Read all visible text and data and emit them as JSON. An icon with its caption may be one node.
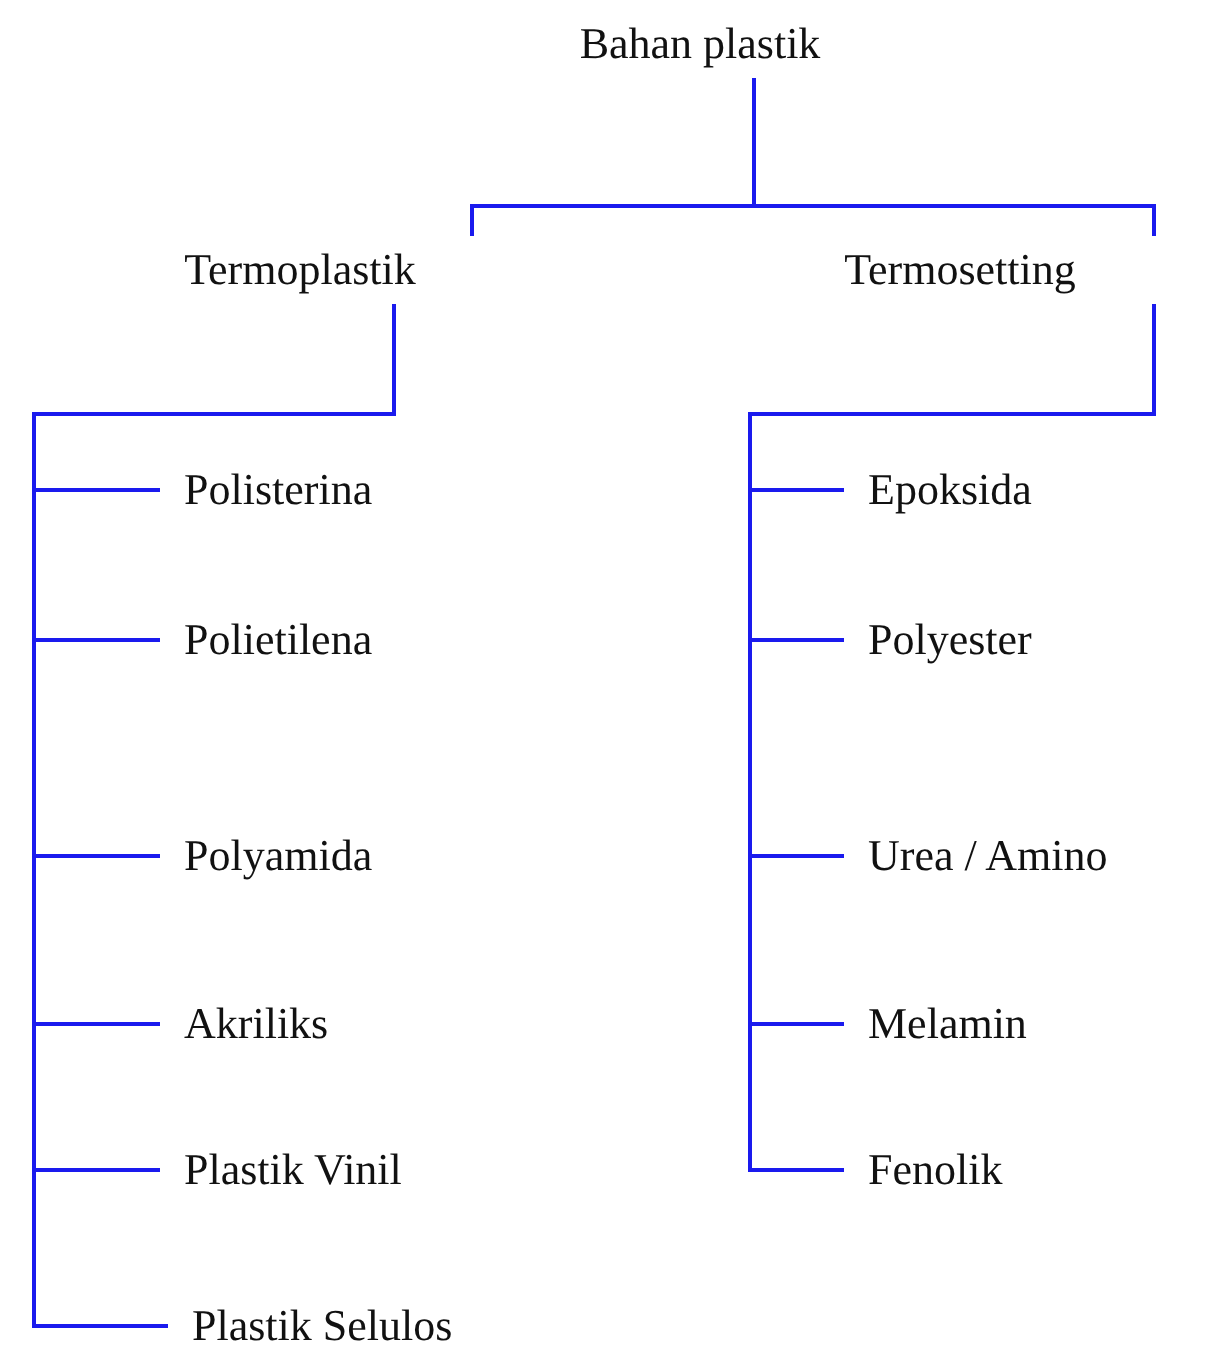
{
  "diagram": {
    "nodes": [
      {
        "text": [
          "Bahan plastik"
        ]
      },
      {
        "text": [
          "Termoplastik"
        ]
      },
      {
        "text": [
          "Termosetting"
        ]
      },
      {
        "text": [
          "Polisterina"
        ]
      },
      {
        "text": [
          "Polietilena"
        ]
      },
      {
        "text": [
          "Polyamida"
        ]
      },
      {
        "text": [
          "Akriliks"
        ]
      },
      {
        "text": [
          "Plastik Vinil"
        ]
      },
      {
        "text": [
          "Plastik Selulos"
        ]
      },
      {
        "text": [
          "Epoksida"
        ]
      },
      {
        "text": [
          "Polyester"
        ]
      },
      {
        "text": [
          "Urea / Amino"
        ]
      },
      {
        "text": [
          "Melamin"
        ]
      },
      {
        "text": [
          "Fenolik"
        ]
      }
    ],
    "edges": [
      {
        "from": 0,
        "to": 1,
        "arrow": "none"
      },
      {
        "from": 0,
        "to": 2,
        "arrow": "none"
      },
      {
        "from": 1,
        "to": 3,
        "arrow": "none"
      },
      {
        "from": 1,
        "to": 4,
        "arrow": "none"
      },
      {
        "from": 1,
        "to": 5,
        "arrow": "none"
      },
      {
        "from": 1,
        "to": 6,
        "arrow": "none"
      },
      {
        "from": 1,
        "to": 7,
        "arrow": "none"
      },
      {
        "from": 1,
        "to": 8,
        "arrow": "none"
      },
      {
        "from": 2,
        "to": 9,
        "arrow": "none"
      },
      {
        "from": 2,
        "to": 10,
        "arrow": "none"
      },
      {
        "from": 2,
        "to": 11,
        "arrow": "none"
      },
      {
        "from": 2,
        "to": 12,
        "arrow": "none"
      },
      {
        "from": 2,
        "to": 13,
        "arrow": "none"
      }
    ]
  }
}
